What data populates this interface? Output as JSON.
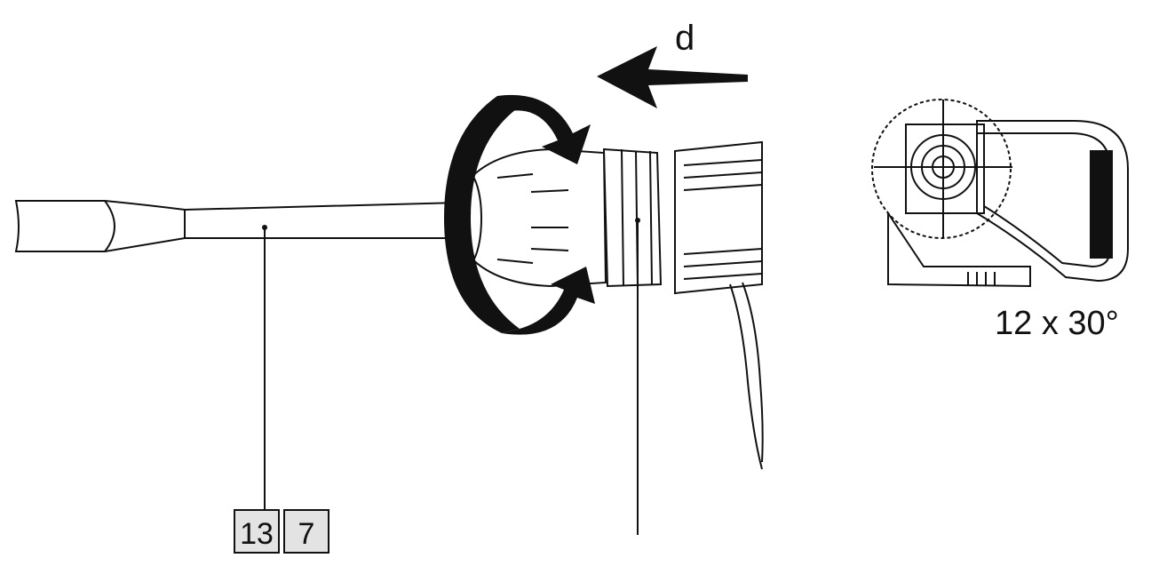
{
  "labels": {
    "direction": "d",
    "rotation_positions": "12 x 30°",
    "callout_box_1": "13",
    "callout_box_2": "7"
  },
  "colors": {
    "line": "#111111",
    "box_fill": "#e3e3e3",
    "background": "#ffffff"
  }
}
